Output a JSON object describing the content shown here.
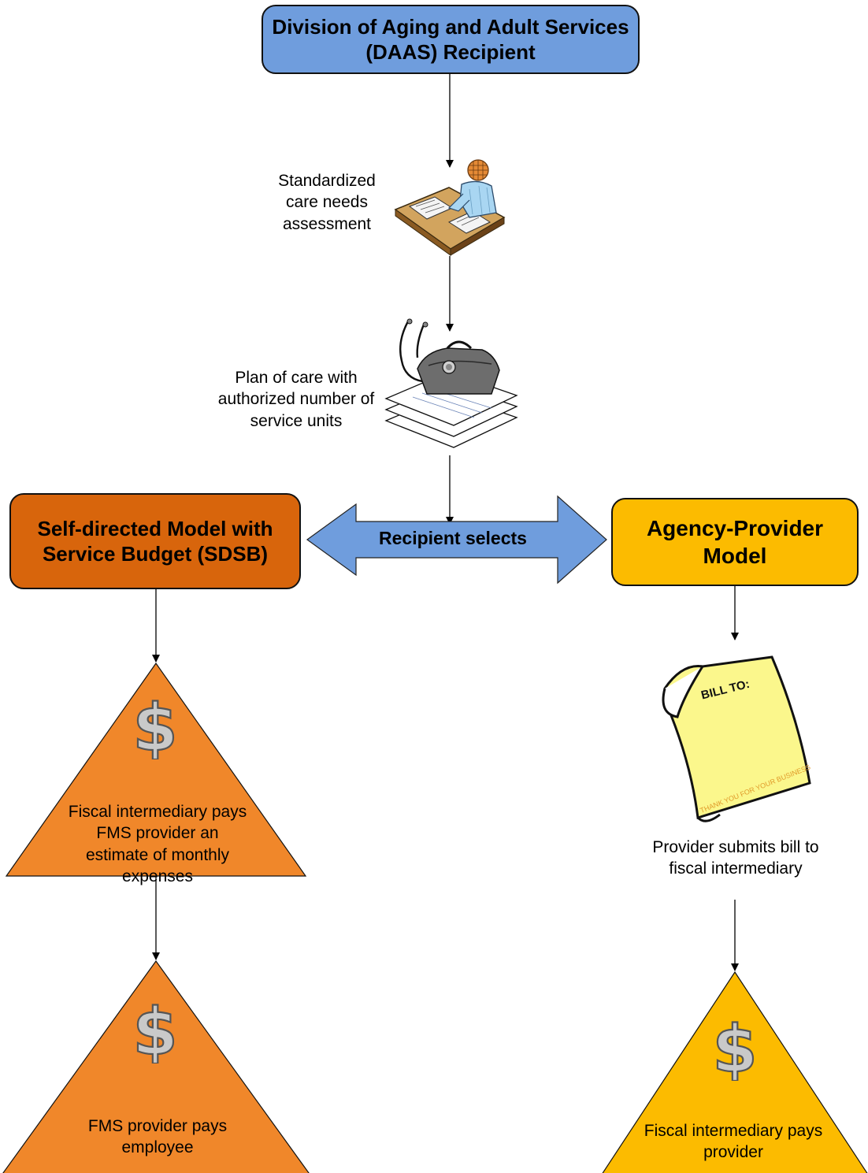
{
  "nodes": {
    "top": "Division of Aging and Adult Services (DAAS) Recipient",
    "sdsb": "Self-directed Model with Service Budget (SDSB)",
    "agency": "Agency-Provider Model"
  },
  "labels": {
    "assessment": "Standardized care needs assessment",
    "plan": "Plan of care with authorized number of service units",
    "recipient_selects": "Recipient selects",
    "bill": "Provider submits bill to fiscal intermediary",
    "tri1": "Fiscal intermediary pays FMS provider an estimate of monthly expenses",
    "tri2": "FMS provider pays employee",
    "tri3": "Fiscal intermediary pays provider"
  },
  "bill_image": {
    "header": "BILL TO:",
    "footer": "THANK YOU FOR YOUR BUSINESS"
  },
  "icons": [
    "person-at-desk-icon",
    "medical-bag-stethoscope-icon",
    "dollar-sign-icon",
    "bill-paper-icon"
  ],
  "colors": {
    "top_box": "#6f9ddd",
    "sdsb": "#d8650c",
    "agency": "#fcbb00",
    "triangle_orange": "#f0872a",
    "triangle_yellow": "#fcbb00",
    "double_arrow": "#6f9ddd",
    "bill_paper": "#fbf78c"
  }
}
